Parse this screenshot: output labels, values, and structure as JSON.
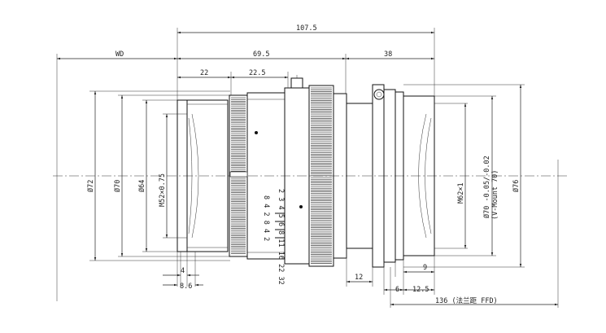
{
  "dimensions": {
    "overall_length": "107.5",
    "wd": "WD",
    "body_length": "69.5",
    "rear_length": "38",
    "front_seg_1": "22",
    "front_seg_2": "22.5",
    "dia_72": "Ø72",
    "dia_70": "Ø70",
    "dia_64": "Ø64",
    "filter_thread": "M52×0.75",
    "rear_thread": "M62×1",
    "dia_70_tol": "Ø70 -0.05/-0.02",
    "v_mount": "(V-Mount 70)",
    "dia_76": "Ø76",
    "front_4": "4",
    "front_8_6": "8.6",
    "rear_12": "12",
    "rear_9": "9",
    "rear_6": "6",
    "rear_12_5": "12.5",
    "ffd": "136 (法兰距 FFD)"
  },
  "scale_marks": {
    "left": "8 4 2 8 4 2",
    "right": "2 3 4 5 6 8 11 16 22 32"
  }
}
